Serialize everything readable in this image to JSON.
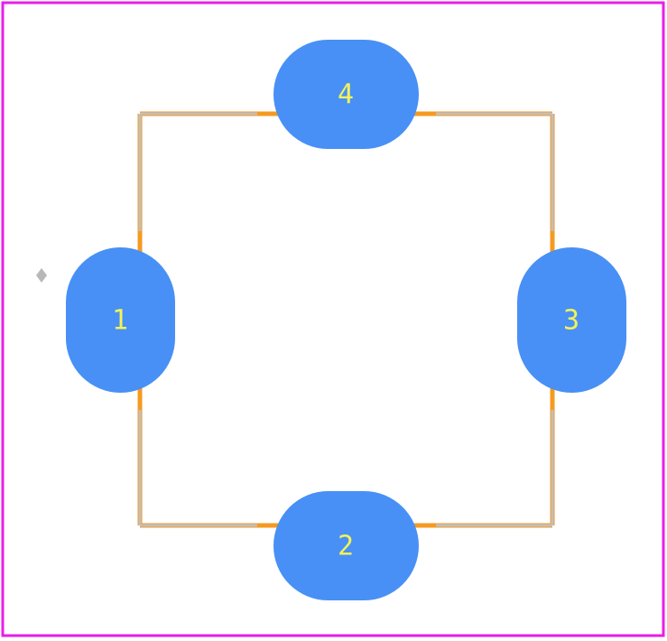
{
  "colors": {
    "courtyard": "#e81ee8",
    "silkscreen": "#f59a20",
    "fab_outline": "#c0c0c0",
    "pad": "#4890f5",
    "pad_label": "#f2f25a",
    "origin_marker": "#b8b8b8"
  },
  "pads": [
    {
      "id": "pad-1",
      "label": "1"
    },
    {
      "id": "pad-2",
      "label": "2"
    },
    {
      "id": "pad-3",
      "label": "3"
    },
    {
      "id": "pad-4",
      "label": "4"
    }
  ]
}
